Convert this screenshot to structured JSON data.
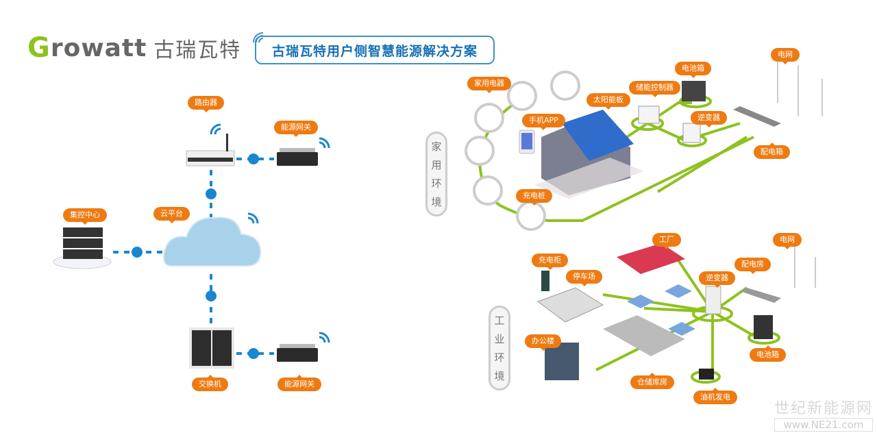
{
  "header": {
    "logo_mark": "G",
    "logo_text": "rowatt",
    "logo_cn": "古瑞瓦特",
    "title": "古瑞瓦特用户侧智慧能源解决方案"
  },
  "network_diagram": {
    "nodes": {
      "router": "路由器",
      "gateway_top": "能源网关",
      "control_center": "集控中心",
      "cloud": "云平台",
      "switch": "交换机",
      "gateway_bottom": "能源网关"
    }
  },
  "home_environment": {
    "section_label": [
      "家",
      "用",
      "环",
      "境"
    ],
    "nodes": {
      "appliances": "家用电器",
      "mobile_app": "手机APP",
      "solar_panel": "太阳能板",
      "storage_controller": "储能控制器",
      "battery_box": "电池箱",
      "inverter": "逆变器",
      "grid": "电网",
      "distribution_box": "配电箱",
      "charging_pile": "充电桩"
    }
  },
  "industrial_environment": {
    "section_label": [
      "工",
      "业",
      "环",
      "境"
    ],
    "nodes": {
      "charging_cabinet": "充电柜",
      "parking": "停车场",
      "factory": "工厂",
      "inverter": "逆变器",
      "distribution_room": "配电房",
      "grid": "电网",
      "office": "办公楼",
      "warehouse": "仓储库房",
      "battery_box": "电池箱",
      "diesel_generator": "油机发电"
    }
  },
  "watermark": {
    "line1": "世纪新能源网",
    "line2": "www.NE21.com"
  },
  "colors": {
    "accent_orange": "#ee7b12",
    "link_green": "#8dc21f",
    "link_blue": "#1a86d0",
    "title_blue": "#1770b5"
  }
}
